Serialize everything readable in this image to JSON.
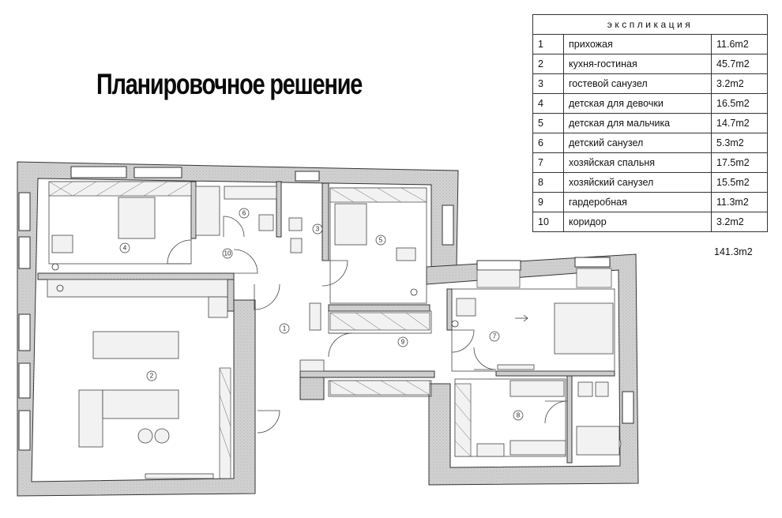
{
  "title": "Планировочное решение",
  "explication": {
    "header": "экспликация",
    "rows": [
      {
        "num": "1",
        "name": "прихожая",
        "area": "11.6m2"
      },
      {
        "num": "2",
        "name": "кухня-гостиная",
        "area": "45.7m2"
      },
      {
        "num": "3",
        "name": "гостевой санузел",
        "area": "3.2m2"
      },
      {
        "num": "4",
        "name": "детская для девочки",
        "area": "16.5m2"
      },
      {
        "num": "5",
        "name": "детская для мальчика",
        "area": "14.7m2"
      },
      {
        "num": "6",
        "name": "детский санузел",
        "area": "5.3m2"
      },
      {
        "num": "7",
        "name": "хозяйская спальня",
        "area": "17.5m2"
      },
      {
        "num": "8",
        "name": "хозяйский санузел",
        "area": "15.5m2"
      },
      {
        "num": "9",
        "name": "гардеробная",
        "area": "11.3m2"
      },
      {
        "num": "10",
        "name": "коридор",
        "area": "3.2m2"
      }
    ],
    "total": "141.3m2"
  },
  "plan": {
    "room_labels": [
      "1",
      "2",
      "3",
      "4",
      "5",
      "6",
      "7",
      "8",
      "9",
      "10"
    ],
    "colors": {
      "wall_fill": "#cfcfcf",
      "line": "#333333",
      "furniture_fill": "#f2f2f2"
    }
  }
}
